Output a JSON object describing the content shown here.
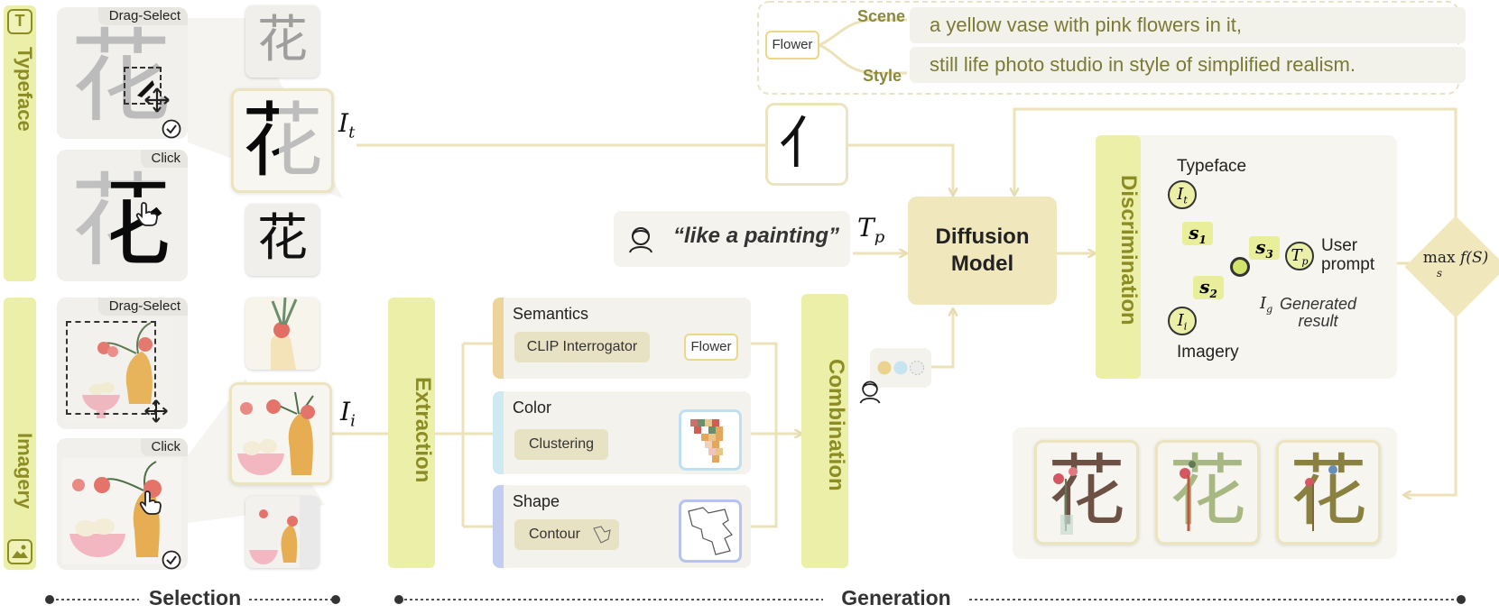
{
  "sections": {
    "typeface": "Typeface",
    "imagery": "Imagery"
  },
  "tags": {
    "drag_select_1": "Drag-Select",
    "click_1": "Click",
    "drag_select_2": "Drag-Select",
    "click_2": "Click"
  },
  "glyph": "花",
  "stroke_glyph": "亻",
  "math": {
    "it": "I",
    "it_sub": "t",
    "ii": "I",
    "ii_sub": "i",
    "tp": "T",
    "tp_sub": "p",
    "s1": "s",
    "s1_sub": "1",
    "s2": "s",
    "s2_sub": "2",
    "s3": "s",
    "s3_sub": "3",
    "ig": "I",
    "ig_sub": "g",
    "max": "max",
    "max_sub": "s",
    "fs": "f(S)"
  },
  "prompt_box": {
    "flower": "Flower",
    "scene_label": "Scene",
    "style_label": "Style",
    "scene_text": "a yellow vase with pink flowers in it,",
    "style_text": "still life photo studio in style of simplified realism."
  },
  "user_prompt": "“like a painting”",
  "extraction": "Extraction",
  "combination": "Combination",
  "semantics": {
    "title": "Semantics",
    "method": "CLIP Interrogator",
    "result": "Flower"
  },
  "color": {
    "title": "Color",
    "method": "Clustering"
  },
  "shape": {
    "title": "Shape",
    "method": "Contour"
  },
  "diffusion": {
    "line1": "Diffusion",
    "line2": "Model"
  },
  "discrimination": {
    "title": "Discrimination",
    "typeface": "Typeface",
    "user_prompt_1": "User",
    "user_prompt_2": "prompt",
    "generated_1": "Generated",
    "generated_2": "result",
    "imagery": "Imagery"
  },
  "bottom": {
    "selection": "Selection",
    "generation": "Generation"
  },
  "colors": {
    "accent_green": "#ecefa8",
    "text_olive": "#8c8c24",
    "line_beige": "#ece2b8",
    "diffusion_fill": "#f0e8bc"
  }
}
